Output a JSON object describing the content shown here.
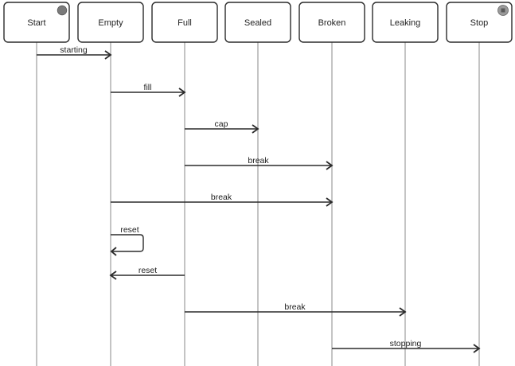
{
  "states": [
    {
      "id": "start",
      "label": "Start",
      "marker": "initial-state-icon"
    },
    {
      "id": "empty",
      "label": "Empty",
      "marker": ""
    },
    {
      "id": "full",
      "label": "Full",
      "marker": ""
    },
    {
      "id": "sealed",
      "label": "Sealed",
      "marker": ""
    },
    {
      "id": "broken",
      "label": "Broken",
      "marker": ""
    },
    {
      "id": "leaking",
      "label": "Leaking",
      "marker": ""
    },
    {
      "id": "stop",
      "label": "Stop",
      "marker": "final-state-icon"
    }
  ],
  "messages": [
    {
      "label": "starting",
      "from": 0,
      "to": 1
    },
    {
      "label": "fill",
      "from": 1,
      "to": 2
    },
    {
      "label": "cap",
      "from": 2,
      "to": 3
    },
    {
      "label": "break",
      "from": 2,
      "to": 4
    },
    {
      "label": "break",
      "from": 1,
      "to": 4
    },
    {
      "label": "reset",
      "from": 1,
      "to": 1
    },
    {
      "label": "reset",
      "from": 2,
      "to": 1
    },
    {
      "label": "break",
      "from": 2,
      "to": 5
    },
    {
      "label": "stopping",
      "from": 4,
      "to": 6
    }
  ],
  "colors": {
    "box_stroke": "#2b2b2b",
    "lifeline": "#b5b5b5",
    "initial_marker": "#7a7a7a",
    "final_marker": "#9a9a9a"
  }
}
